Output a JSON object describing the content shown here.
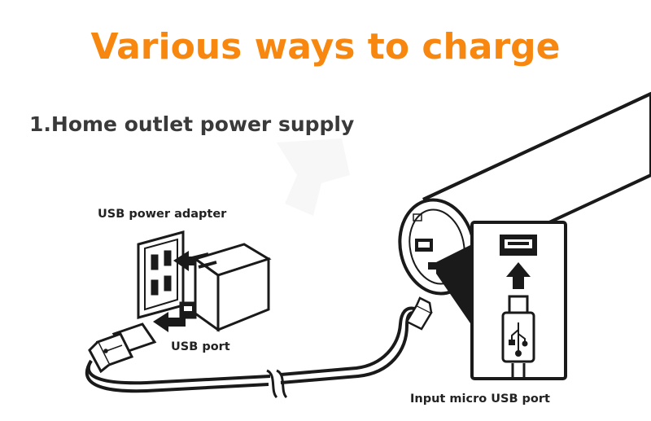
{
  "title": "Various ways to charge",
  "subtitle": "1.Home outlet power supply",
  "labels": {
    "usb_power_adapter": "USB power adapter",
    "usb_port": "USB port",
    "input_micro_usb_port": "Input micro USB port"
  },
  "colors": {
    "title": "#f7870f",
    "subtitle": "#3a3a3a",
    "line": "#1a1a1a"
  }
}
